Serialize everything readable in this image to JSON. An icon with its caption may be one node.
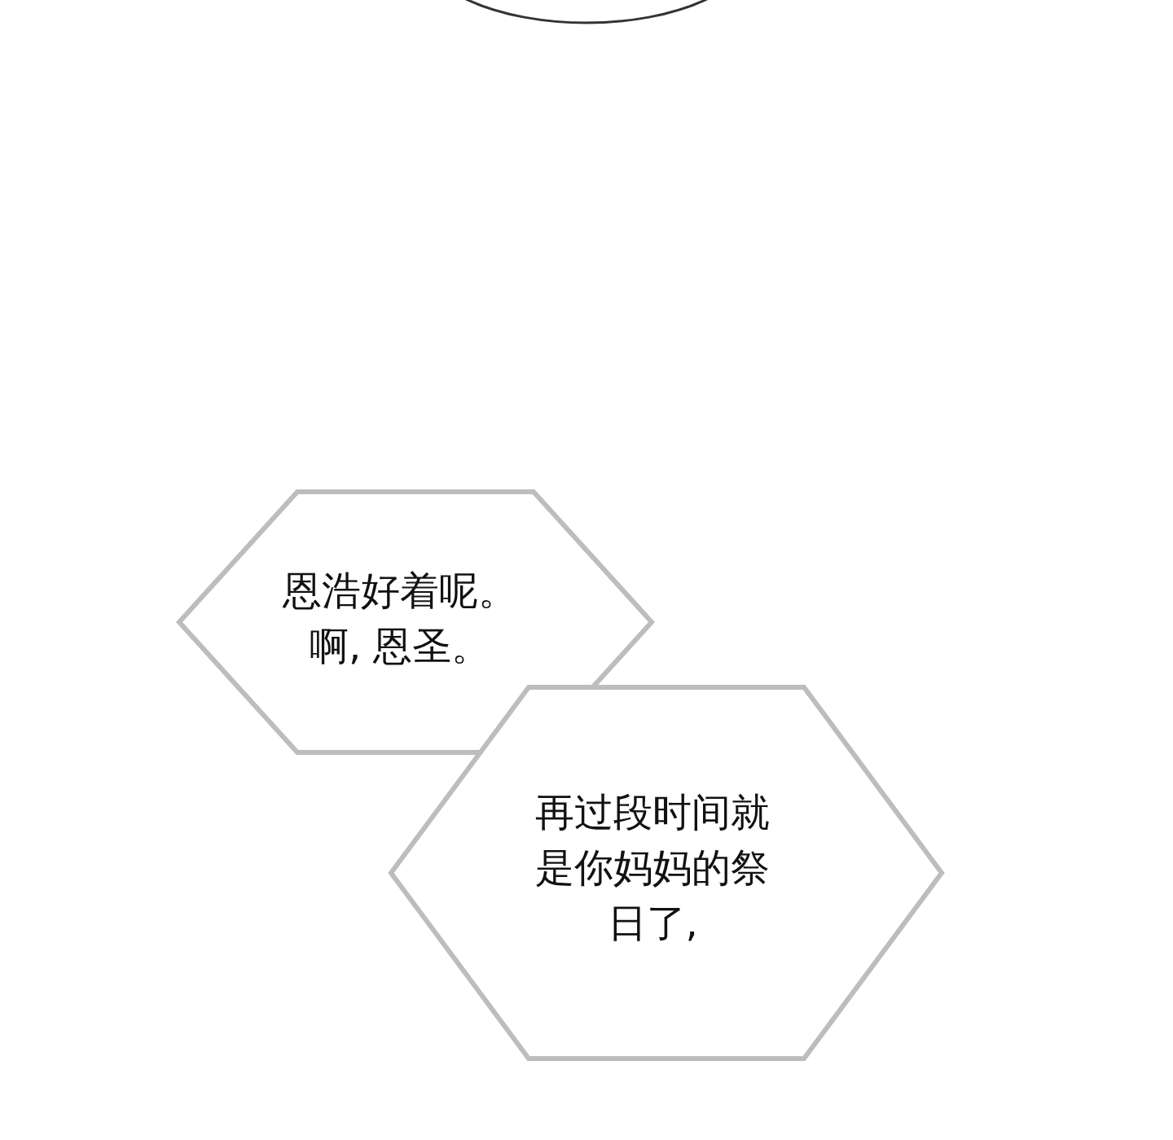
{
  "diagram": {
    "nodes": [
      {
        "text": [],
        "shape": "ellipse"
      },
      {
        "text": [
          "恩浩好着呢。啊, 恩圣。"
        ]
      },
      {
        "text": [
          "再过段时间就是你妈妈的祭日了,"
        ]
      }
    ]
  }
}
